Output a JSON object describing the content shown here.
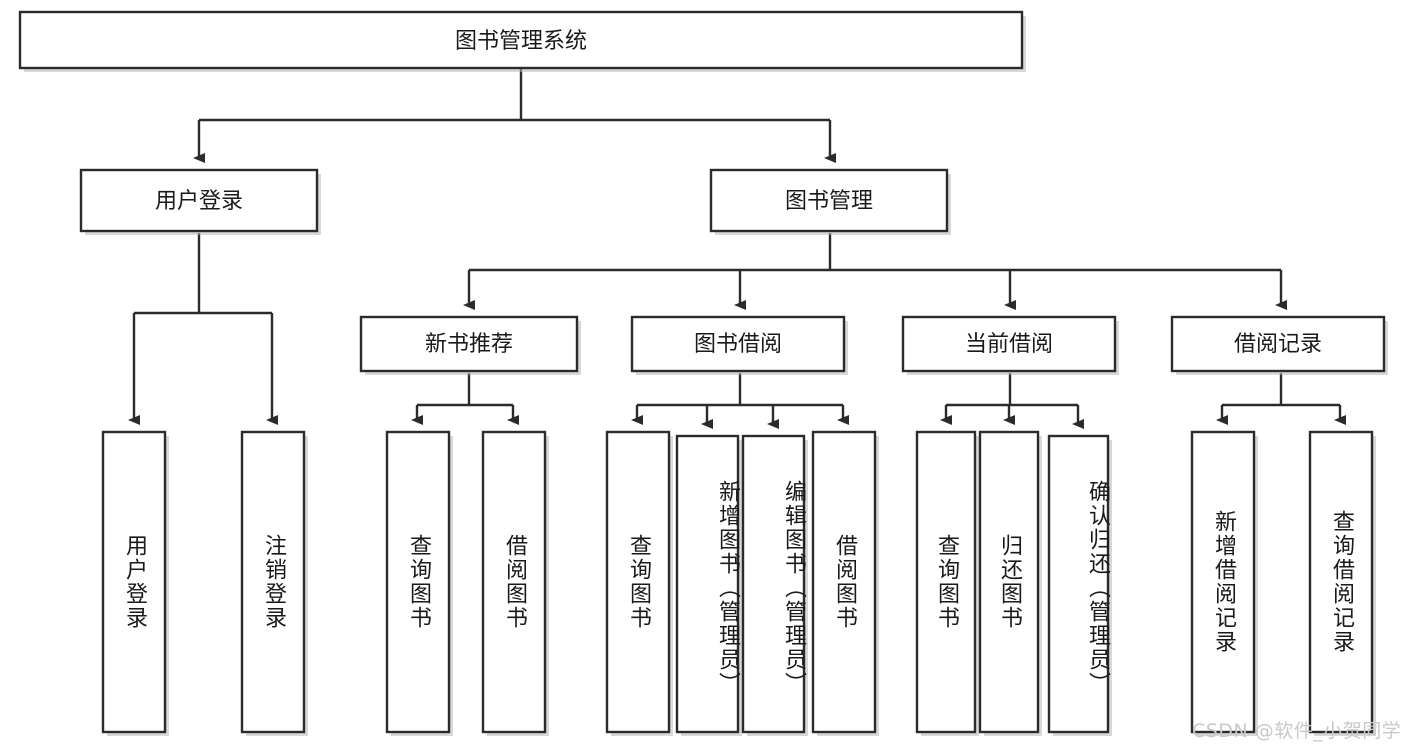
{
  "diagram": {
    "type": "tree-hierarchy",
    "title": "图书管理系统",
    "orientation": "top-down",
    "colors": {
      "box_stroke": "#2b2b2b",
      "box_fill": "#ffffff",
      "connector": "#2b2b2b",
      "text": "#1a1a1a",
      "watermark": "#c9c9c9",
      "canvas": "#ffffff"
    },
    "levels": {
      "root": {
        "label": "图书管理系统"
      },
      "level2": [
        {
          "label": "用户登录"
        },
        {
          "label": "图书管理"
        }
      ],
      "level3": [
        {
          "label": "新书推荐"
        },
        {
          "label": "图书借阅"
        },
        {
          "label": "当前借阅"
        },
        {
          "label": "借阅记录"
        }
      ]
    },
    "leaves": {
      "user_login": [
        {
          "label": "用户登录"
        },
        {
          "label": "注销登录"
        }
      ],
      "new_book_recommend": [
        {
          "label": "查询图书"
        },
        {
          "label": "借阅图书"
        }
      ],
      "book_borrow": [
        {
          "label": "查询图书"
        },
        {
          "label": "新增图书（管理员）"
        },
        {
          "label": "编辑图书（管理员）"
        },
        {
          "label": "借阅图书"
        }
      ],
      "current_borrow": [
        {
          "label": "查询图书"
        },
        {
          "label": "归还图书"
        },
        {
          "label": "确认归还（管理员）"
        }
      ],
      "borrow_records": [
        {
          "label": "新增借阅记录"
        },
        {
          "label": "查询借阅记录"
        }
      ]
    }
  },
  "watermark": {
    "text": "CSDN @软件_小贺同学"
  }
}
